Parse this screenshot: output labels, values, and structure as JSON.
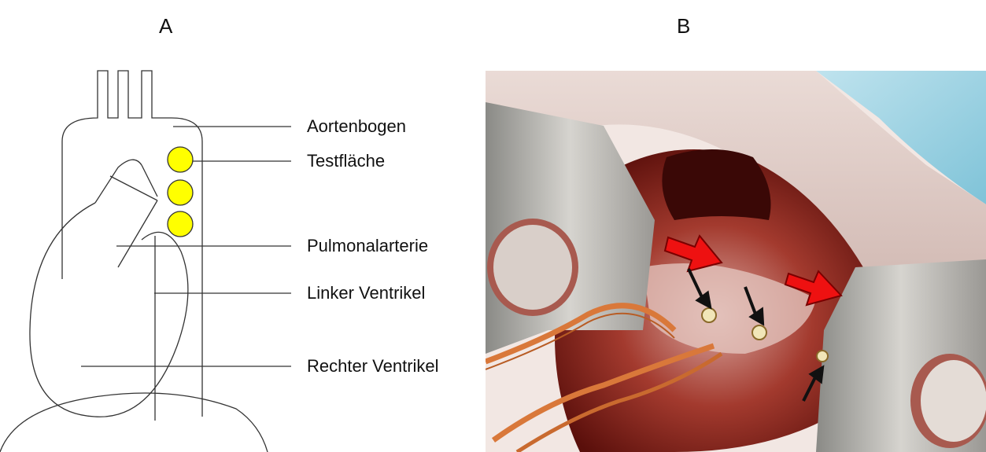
{
  "panels": {
    "a": "A",
    "b": "B"
  },
  "labels": {
    "aortenbogen": "Aortenbogen",
    "testflaeche": "Testfläche",
    "pulmonalarterie": "Pulmonalarterie",
    "linker_ventrikel": "Linker Ventrikel",
    "rechter_ventrikel": "Rechter Ventrikel"
  },
  "colors": {
    "test_area_fill": "#FFFF00",
    "outline": "#333333",
    "red_arrow": "#EE1111",
    "black_arrow": "#111111"
  },
  "photo": {
    "red_arrows": 2,
    "black_arrows": 3
  }
}
